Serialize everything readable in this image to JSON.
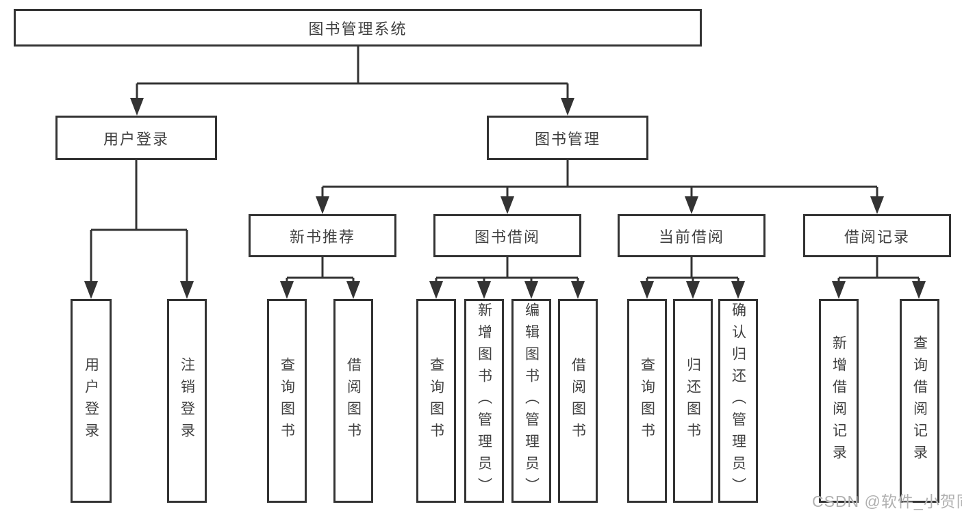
{
  "diagram_title": "图书管理系统",
  "colors": {
    "line": "#333333",
    "text": "#404040",
    "watermark": "#b0b0b0",
    "background": "#ffffff"
  },
  "tree": {
    "root": {
      "label": "图书管理系统"
    },
    "children": [
      {
        "label": "用户登录",
        "children": [
          {
            "label": "用户登录"
          },
          {
            "label": "注销登录"
          }
        ]
      },
      {
        "label": "图书管理",
        "children": [
          {
            "label": "新书推荐",
            "children": [
              {
                "label": "查询图书"
              },
              {
                "label": "借阅图书"
              }
            ]
          },
          {
            "label": "图书借阅",
            "children": [
              {
                "label": "查询图书"
              },
              {
                "label": "新增图书（管理员）"
              },
              {
                "label": "编辑图书（管理员）"
              },
              {
                "label": "借阅图书"
              }
            ]
          },
          {
            "label": "当前借阅",
            "children": [
              {
                "label": "查询图书"
              },
              {
                "label": "归还图书"
              },
              {
                "label": "确认归还（管理员）"
              }
            ]
          },
          {
            "label": "借阅记录",
            "children": [
              {
                "label": "新增借阅记录"
              },
              {
                "label": "查询借阅记录"
              }
            ]
          }
        ]
      }
    ]
  },
  "watermark": {
    "text": "CSDN @软件_小贺同学"
  }
}
